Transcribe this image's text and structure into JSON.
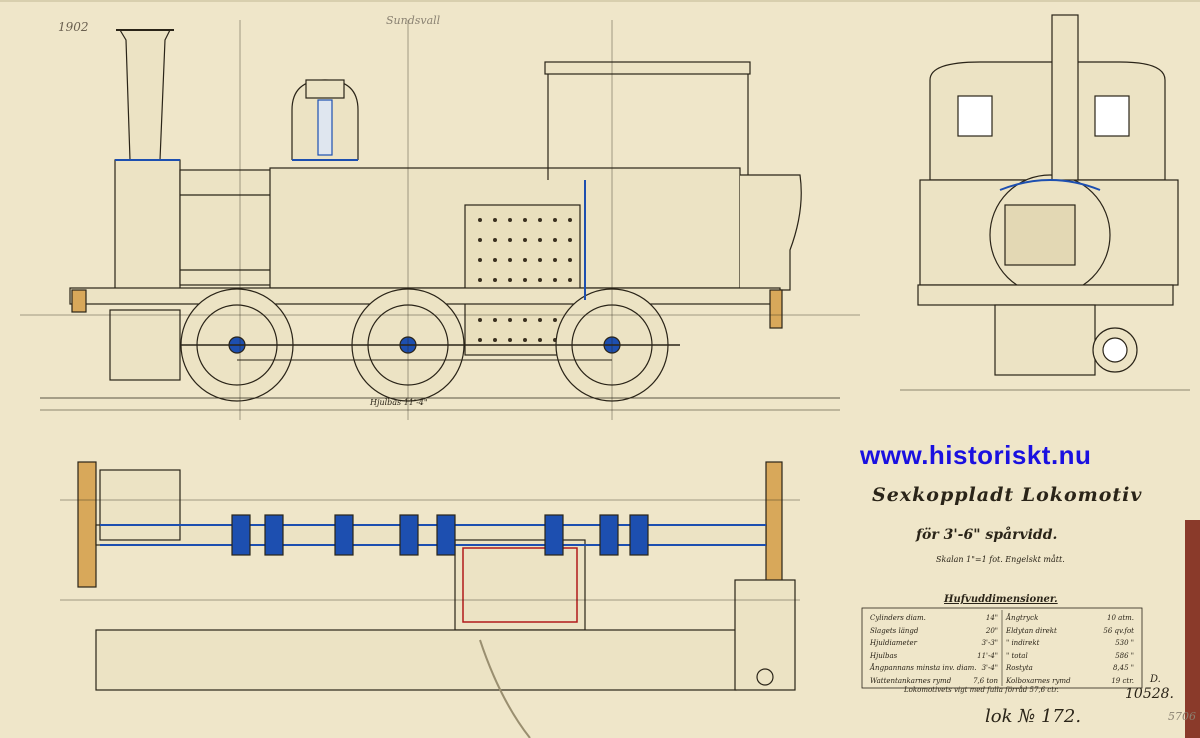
{
  "watermark": "www.historiskt.nu",
  "sheet": {
    "title": "Sexkopplادt Lokomotiv",
    "subtitle": "för 3'-6\" spårvidd.",
    "scale": "Skalan 1\"=1 fot. Engelskt mått.",
    "year": "1902",
    "pencil_note": "Sundsvall",
    "drawing_letter": "D.",
    "drawing_number": "10528.",
    "lok_number": "lok № 172.",
    "margin_number": "5706"
  },
  "dimensions": {
    "title": "Hufvuddimensioner.",
    "rows": [
      {
        "l_label": "Cylinders diam.",
        "l_value": "14\"",
        "r_label": "Ångtryck",
        "r_value": "10 atm."
      },
      {
        "l_label": "Slagets längd",
        "l_value": "20\"",
        "r_label": "Eldytan direkt",
        "r_value": "56 qv.fot"
      },
      {
        "l_label": "Hjuldiameter",
        "l_value": "3'-3\"",
        "r_label": "\" indirekt",
        "r_value": "530 \""
      },
      {
        "l_label": "Hjulbas",
        "l_value": "11'-4\"",
        "r_label": "\" total",
        "r_value": "586 \""
      },
      {
        "l_label": "Ångpannans minsta inv. diam.",
        "l_value": "3'-4\"",
        "r_label": "Rostyta",
        "r_value": "8,45 \""
      },
      {
        "l_label": "Wattentankarnes rymd",
        "l_value": "7,6 ton",
        "r_label": "Kolboxarnes rymd",
        "r_value": "19 ctr."
      }
    ],
    "footer": "Lokomotivets vigt med fulla förråd 57,6 ctr."
  },
  "drawing": {
    "wheelbase_label": "Hjulbas 11'-4\""
  }
}
